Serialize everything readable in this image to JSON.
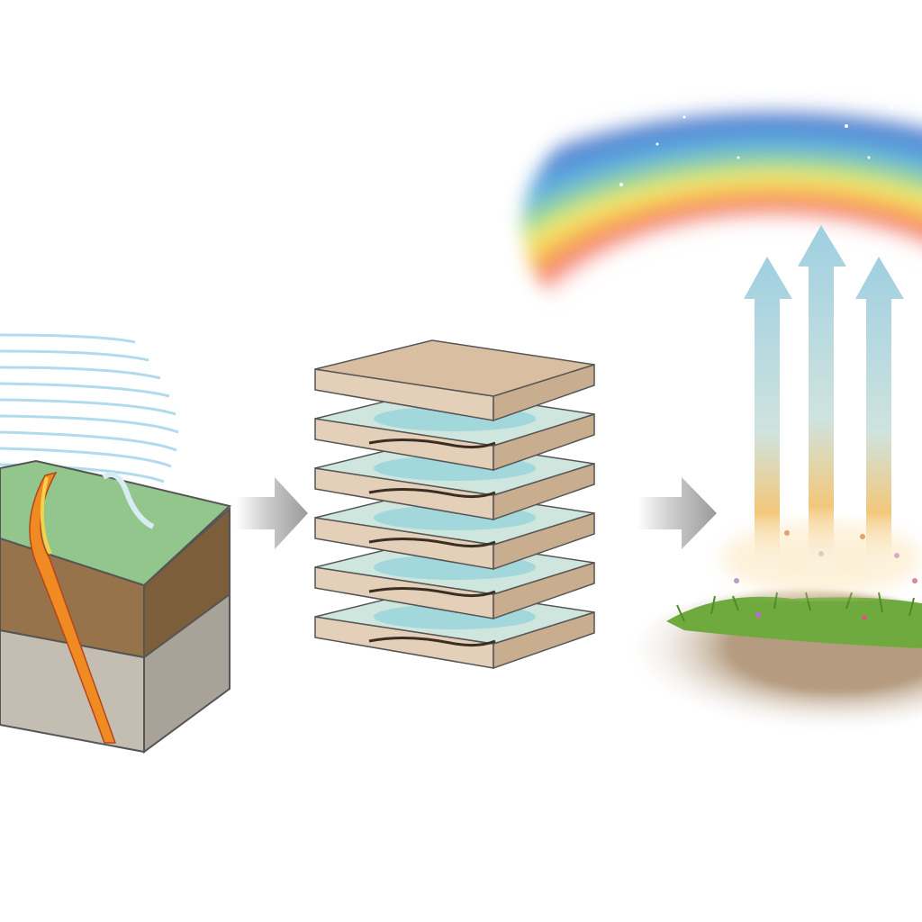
{
  "diagram": {
    "stages": [
      {
        "id": "terrain-block",
        "icon": "terrain-cross-section-icon"
      },
      {
        "id": "layer-stack",
        "icon": "stacked-layers-icon"
      },
      {
        "id": "emergence",
        "icon": "rising-arrows-rainbow-icon"
      }
    ],
    "connectors": [
      "arrow-right-icon",
      "arrow-right-icon"
    ],
    "colors": {
      "grass": "#8fc58a",
      "soil": "#8a6a45",
      "rock": "#b9b4aa",
      "fault": "#f0821e",
      "slab": "#d9bea2",
      "slab_water": "#8fd0d8",
      "arrow_gray": "#a8a8a8",
      "rising_arrow": "#9fcfe0",
      "rising_arrow_base": "#f3c77a",
      "waves": "#9fd2ea"
    }
  }
}
